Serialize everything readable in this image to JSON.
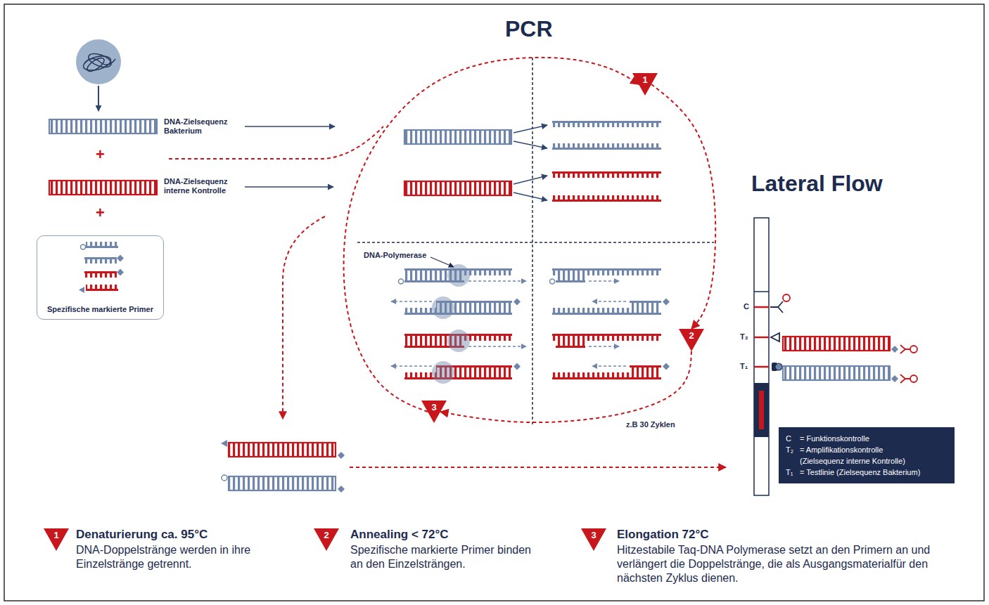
{
  "diagram": {
    "nodes": [
      {
        "text": [
          "Spezifische markierte Primer"
        ]
      },
      {
        "text": [
          "1"
        ]
      },
      {
        "text": [
          "2"
        ]
      },
      {
        "text": [
          "3"
        ]
      },
      {
        "text": [
          "C",
          "= Funktionskontrolle",
          "T₂",
          "= Amplifikationskontrolle (Zielsequenz interne Kontrolle)",
          "T₁",
          "= Testlinie (Zielsequenz Bakterium)"
        ]
      },
      {
        "text": [
          "1"
        ]
      },
      {
        "text": [
          "2"
        ]
      },
      {
        "text": [
          "3"
        ]
      }
    ],
    "edges": [
      {
        "from": 1,
        "to": 2,
        "arrow": "to"
      },
      {
        "from": 2,
        "to": 3,
        "label": "z.B 30 Zyklen",
        "arrow": "to"
      },
      {
        "from": 3,
        "to": 1,
        "arrow": "to"
      }
    ],
    "labels": [
      "PCR",
      "Lateral Flow",
      "DNA-Zielsequenz Bakterium",
      "+",
      "DNA-Zielsequenz interne Kontrolle",
      "+",
      "DNA-Polymerase",
      "C",
      "T₂",
      "T₁",
      "Denaturierung ca. 95°C",
      "DNA-Doppelstränge werden in ihre Einzelstränge getrennt.",
      "Annealing < 72°C",
      "Spezifische markierte Primer binden an den Einzelsträngen.",
      "Elongation 72°C",
      "Hitzestabile Taq-DNA Polymerase setzt an den Primern an und verlängert die Doppelstränge, die als Ausgangsmaterialfür den nächsten Zyklus dienen."
    ]
  }
}
